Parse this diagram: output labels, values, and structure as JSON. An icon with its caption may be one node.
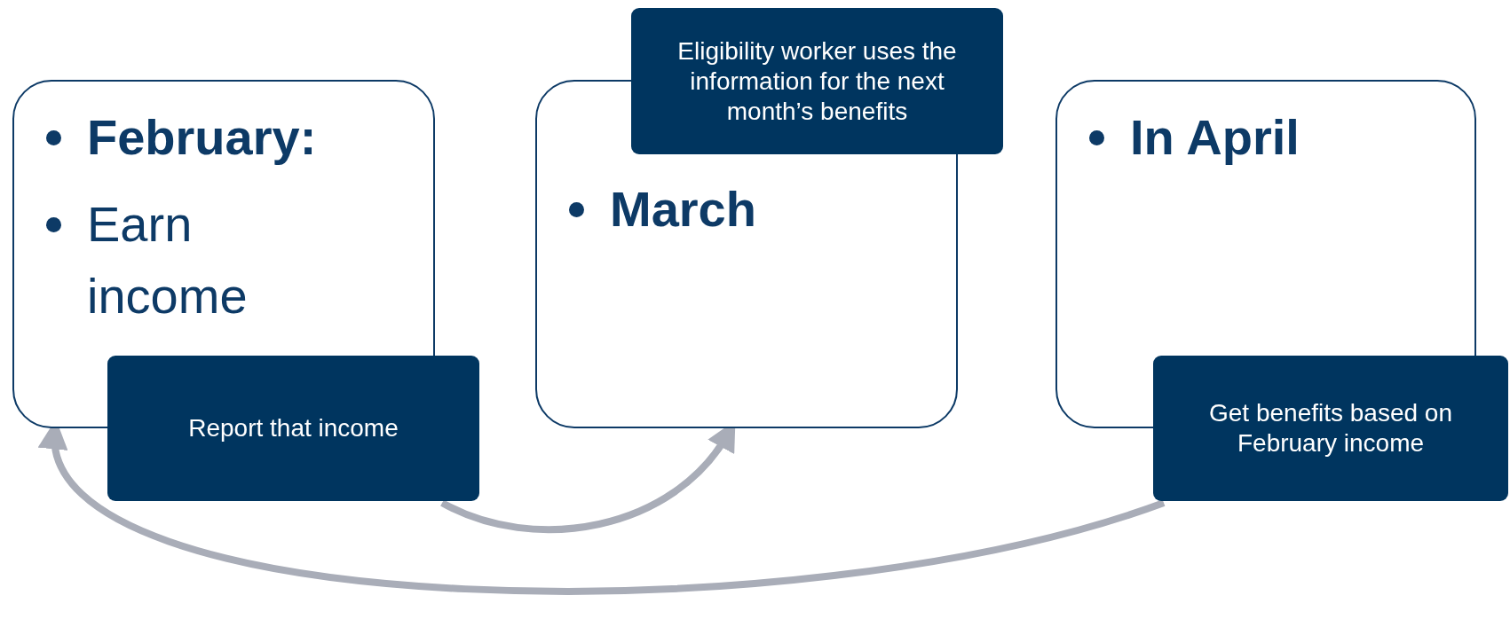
{
  "diagram": {
    "nodes": [
      {
        "text": [
          "February:",
          "Earn income"
        ]
      },
      {
        "text": [
          "Report that income"
        ]
      },
      {
        "text": [
          "March"
        ]
      },
      {
        "text": [
          "Eligibility worker uses the information for the next month’s benefits"
        ]
      },
      {
        "text": [
          "In April"
        ]
      },
      {
        "text": [
          "Get benefits based on February income"
        ]
      }
    ],
    "edges": [
      {
        "from": 1,
        "to": 2,
        "arrow": "to"
      },
      {
        "from": 5,
        "to": 0,
        "arrow": "to"
      }
    ]
  }
}
